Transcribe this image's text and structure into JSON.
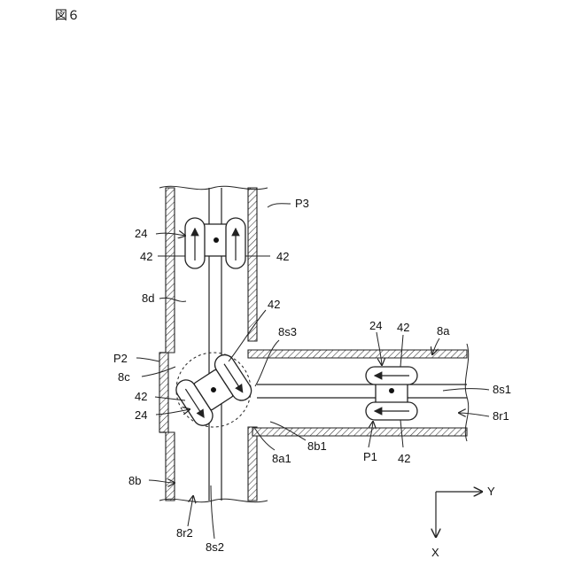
{
  "figure_title": "図６",
  "labels": {
    "p3": "P3",
    "p2": "P2",
    "p1": "P1",
    "n24_top": "24",
    "n42_top_left": "42",
    "n42_top_right": "42",
    "n8d": "8d",
    "n42_mid": "42",
    "n8s3": "8s3",
    "n8c": "8c",
    "n42_left": "42",
    "n24_left": "24",
    "n8b": "8b",
    "n8r2": "8r2",
    "n8s2": "8s2",
    "n8a1": "8a1",
    "n8b1": "8b1",
    "n24_right": "24",
    "n42_right_top": "42",
    "n8a": "8a",
    "n8s1": "8s1",
    "n8r1": "8r1",
    "n42_right_bottom": "42",
    "axis_y": "Y",
    "axis_x": "X"
  }
}
